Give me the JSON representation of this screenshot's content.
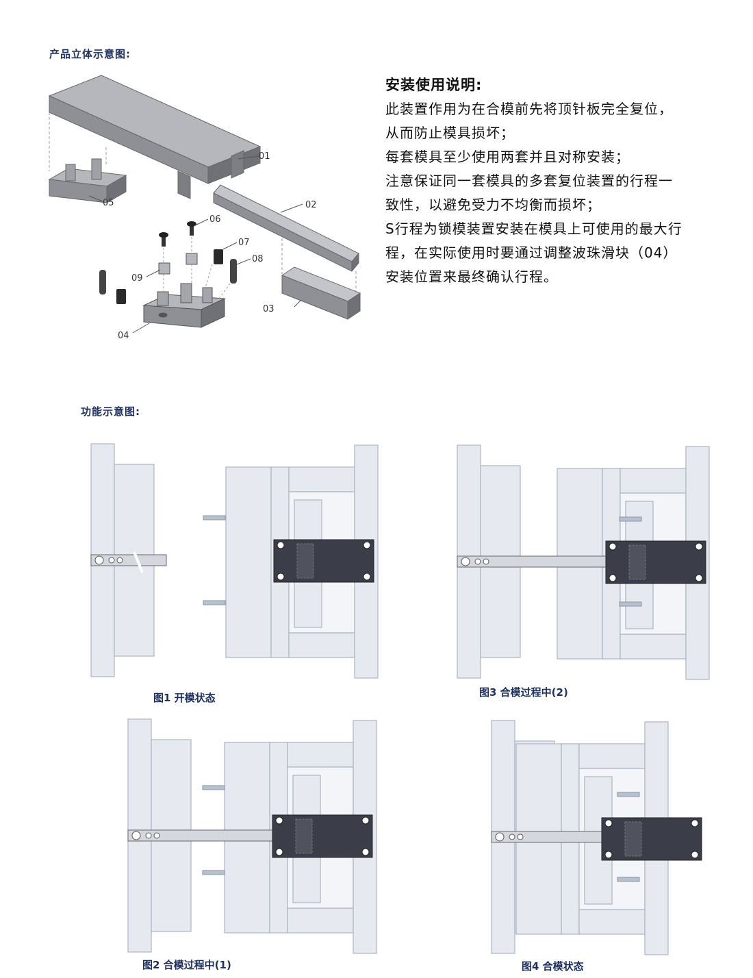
{
  "section1_title": "产品立体示意图:",
  "section2_title": "功能示意图:",
  "instructions": {
    "heading": "安装使用说明:",
    "lines": [
      "此装置作用为在合模前先将顶针板完全复位，",
      "从而防止模具损坏；",
      "每套模具至少使用两套并且对称安装；",
      "注意保证同一套模具的多套复位装置的行程一",
      "致性，以避免受力不均衡而损坏；",
      "S行程为锁模装置安装在模具上可使用的最大行",
      "程，在实际使用时要通过调整波珠滑块（04）",
      "安装位置来最终确认行程。"
    ]
  },
  "part_labels": [
    "01",
    "02",
    "03",
    "04",
    "05",
    "06",
    "07",
    "08",
    "09"
  ],
  "captions": {
    "fig1": "图1 开模状态",
    "fig2": "图2 合模过程中(1)",
    "fig3": "图3 合模过程中(2)",
    "fig4": "图4 合模状态"
  },
  "colors": {
    "title": "#1c2f5e",
    "plate": "#e4e8ee",
    "block": "#3b3e48"
  }
}
